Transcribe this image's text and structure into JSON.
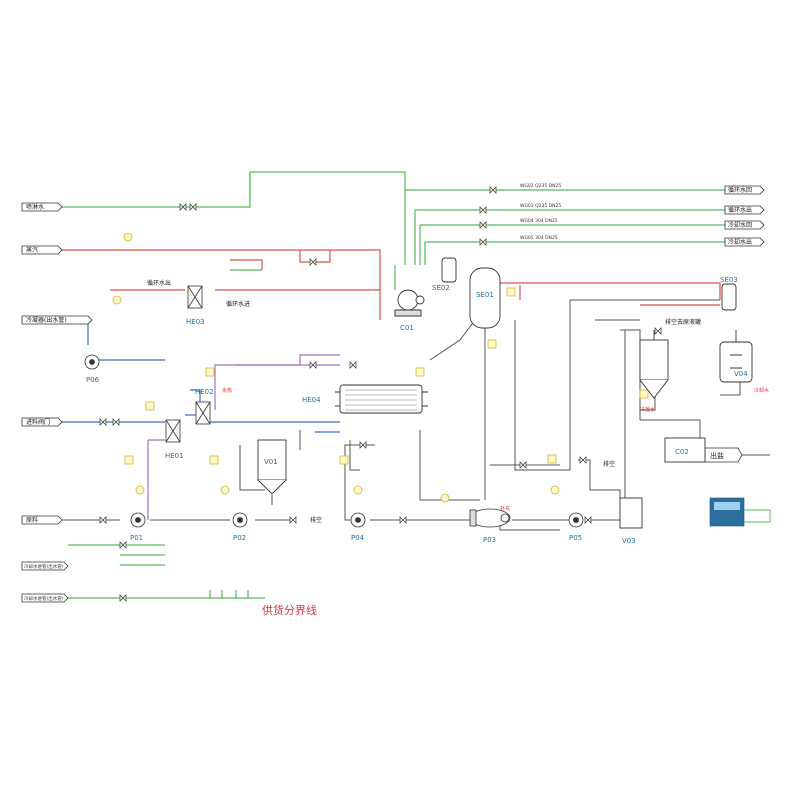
{
  "colors": {
    "green": "#58b85c",
    "red": "#e0504a",
    "blue": "#3b72c4",
    "purple": "#a270c8",
    "gray": "#555555",
    "yellow": "#e8d44a",
    "teal": "#2a6f9e"
  },
  "inlets": {
    "left1": "喷淋水",
    "left2": "蒸汽",
    "left3": "冷凝器(出水管)",
    "left4": "进料阀门",
    "left5": "原料",
    "left6": "冷却水进管(出水管)",
    "left7": "冷却水进管(出水管)"
  },
  "outlets": {
    "out1": "循环水回",
    "out2": "循环水出",
    "out3": "冷却水回",
    "out4": "冷却水出",
    "chushui": "出盐"
  },
  "pipe_specs": {
    "p1": "WG02 Q235 DN25",
    "p2": "WG03 Q235 DN25",
    "p3": "WG04 304 DN25",
    "p4": "WG05 304 DN25"
  },
  "equipment": {
    "he01": "HE01",
    "he02": "HE02",
    "he03": "HE03",
    "he04": "HE04",
    "v01": "V01",
    "v03": "V03",
    "v04": "V04",
    "c01": "C01",
    "c02": "C02",
    "se01": "SE01",
    "se02": "SE02",
    "se03": "SE03",
    "p01": "P01",
    "p02": "P02",
    "p03": "P03",
    "p04": "P04",
    "p05": "P05",
    "p06": "P06"
  },
  "notes": {
    "xunhuan_chu": "循环水出",
    "xunhuan_jin": "循环水进",
    "paikong1": "排空",
    "paikong2": "排空",
    "paikong3": "排空去原液罐",
    "lengning": "冷凝水",
    "shengyu": "余热",
    "buchong": "补充",
    "lengshui": "冷却水",
    "boundary": "供货分界线"
  }
}
